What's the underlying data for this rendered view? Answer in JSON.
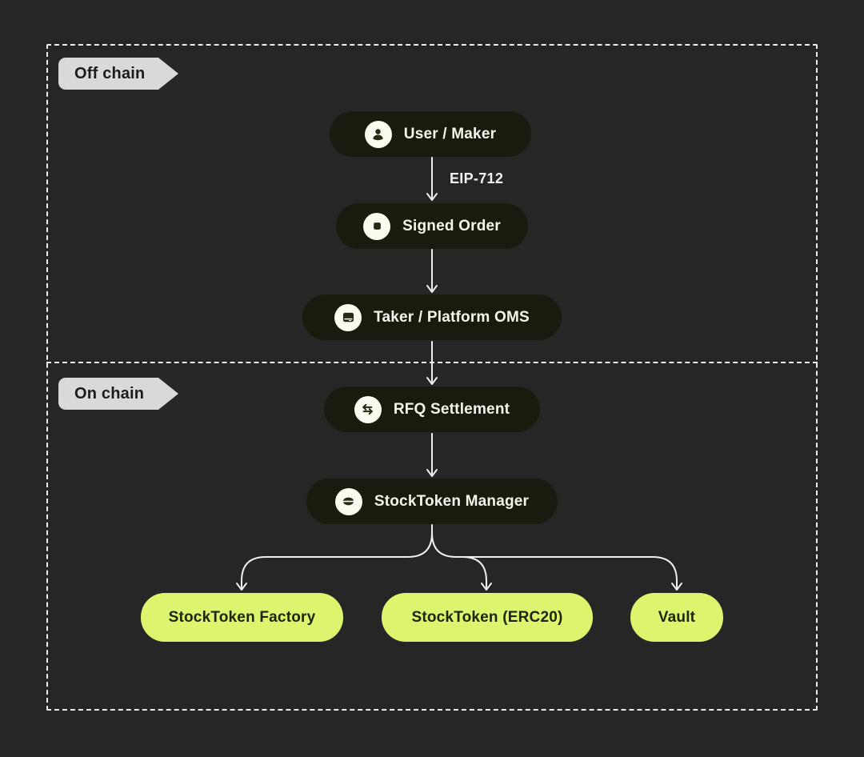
{
  "colors": {
    "background": "#262626",
    "dark_pill_bg": "#171c0e",
    "green_pill_bg": "#ddf56e",
    "tag_bg": "#d9d9d9",
    "line": "#efefef",
    "dark_pill_text": "#f5f5ee",
    "green_pill_text": "#20240e"
  },
  "regions": {
    "off_chain": {
      "label": "Off chain"
    },
    "on_chain": {
      "label": "On chain"
    }
  },
  "nodes": {
    "user_maker": {
      "label": "User / Maker",
      "icon": "user-icon"
    },
    "signed_order": {
      "label": "Signed Order",
      "icon": "signed-order-square-icon"
    },
    "taker_oms": {
      "label": "Taker / Platform OMS",
      "icon": "hard-drive-icon"
    },
    "rfq_settlement": {
      "label": "RFQ Settlement",
      "icon": "swap-icon"
    },
    "stocktoken_manager": {
      "label": "StockToken Manager",
      "icon": "coin-icon"
    },
    "stocktoken_factory": {
      "label": "StockToken Factory"
    },
    "stocktoken_erc20": {
      "label": "StockToken (ERC20)"
    },
    "vault": {
      "label": "Vault"
    }
  },
  "edges": {
    "eip712": {
      "label": "EIP-712"
    }
  }
}
